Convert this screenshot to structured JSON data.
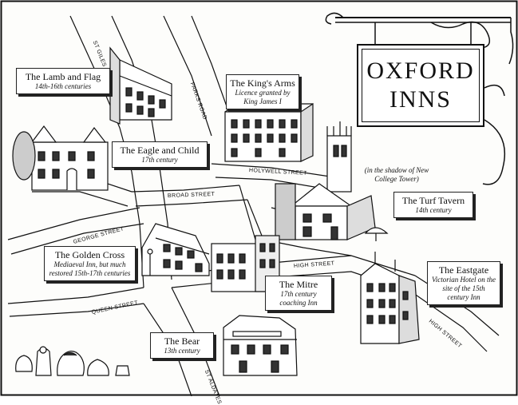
{
  "title": {
    "line1": "OXFORD",
    "line2": "INNS"
  },
  "streets": {
    "st_giles": "ST GILES",
    "parks_road": "PARKS ROAD",
    "holywell_street": "HOLYWELL STREET",
    "broad_street": "BROAD STREET",
    "george_street": "GEORGE STREET",
    "high_street_center": "HIGH STREET",
    "high_street_east": "HIGH STREET",
    "queen_street": "QUEEN STREET",
    "st_aldates": "ST ALDATES"
  },
  "inns": [
    {
      "name": "The Lamb and Flag",
      "sub": "14th-16th centuries"
    },
    {
      "name": "The King's Arms",
      "sub": "Licence granted by King James I"
    },
    {
      "name": "The Eagle and Child",
      "sub": "17th century"
    },
    {
      "name": "The Turf Tavern",
      "sub": "14th century"
    },
    {
      "name": "The Golden Cross",
      "sub": "Mediaeval Inn, but much restored 15th-17th centuries"
    },
    {
      "name": "The Mitre",
      "sub": "17th century coaching Inn"
    },
    {
      "name": "The Eastgate",
      "sub": "Victorian Hotel on the site of the 15th century Inn"
    },
    {
      "name": "The Bear",
      "sub": "13th century"
    }
  ],
  "notes": {
    "turf_shadow": "(in the shadow of New College Tower)"
  },
  "colors": {
    "ink": "#111111",
    "paper": "#fdfdfb"
  }
}
